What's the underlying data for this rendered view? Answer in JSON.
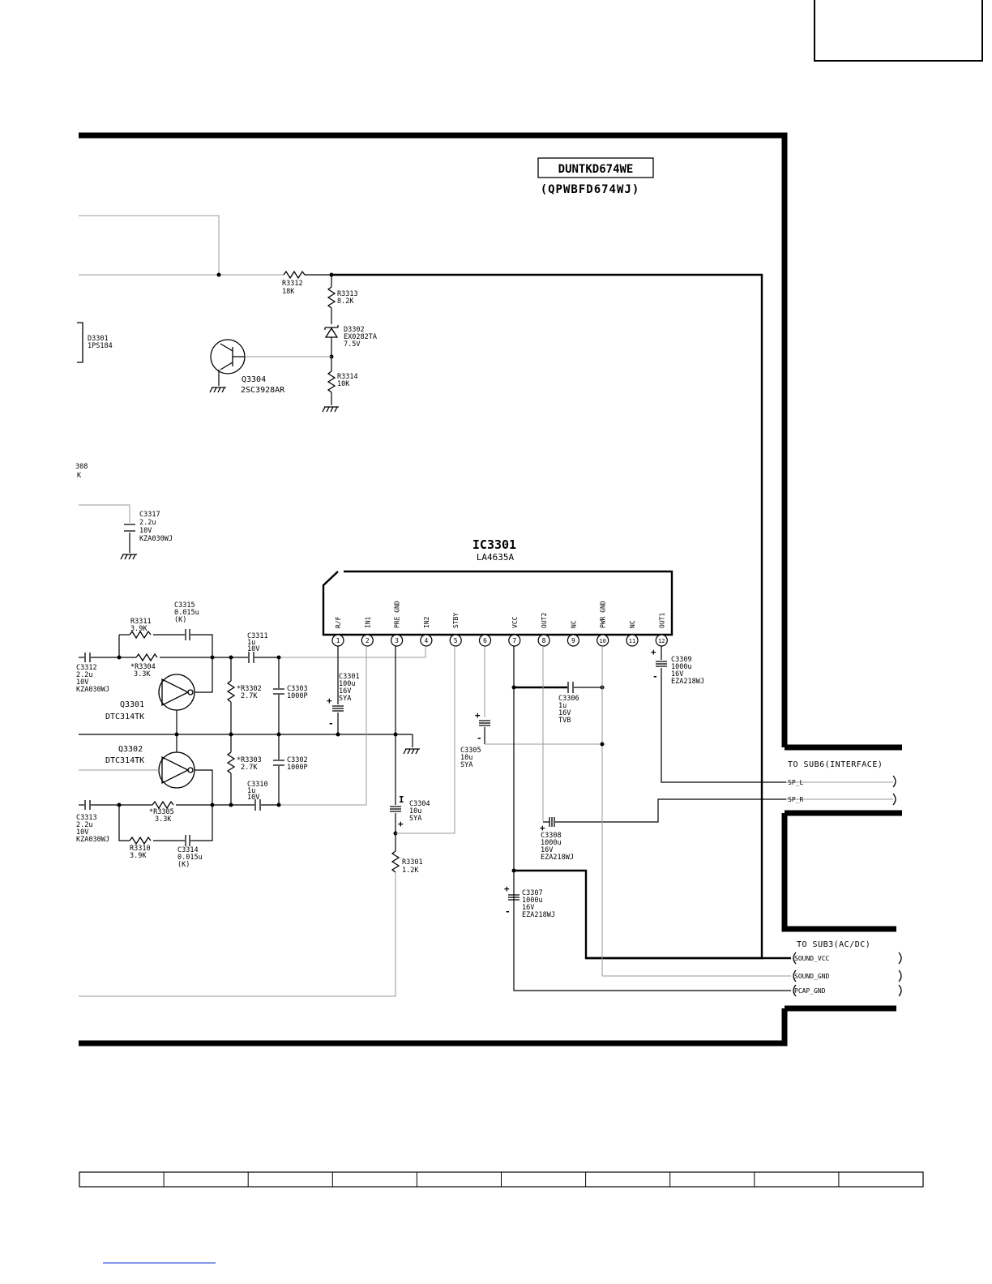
{
  "board": {
    "name": "DUNTKD674WE",
    "code": "(QPWBFD674WJ)"
  },
  "ic": {
    "ref": "IC3301",
    "part": "LA4635A",
    "pins": [
      {
        "num": "1",
        "name": "R/F"
      },
      {
        "num": "2",
        "name": "IN1"
      },
      {
        "num": "3",
        "name": "PRE GND"
      },
      {
        "num": "4",
        "name": "IN2"
      },
      {
        "num": "5",
        "name": "STBY"
      },
      {
        "num": "6",
        "name": ""
      },
      {
        "num": "7",
        "name": "VCC"
      },
      {
        "num": "8",
        "name": "OUT2"
      },
      {
        "num": "9",
        "name": "NC"
      },
      {
        "num": "10",
        "name": "PWR GND"
      },
      {
        "num": "11",
        "name": "NC"
      },
      {
        "num": "12",
        "name": "OUT1"
      }
    ]
  },
  "components": {
    "r3312": [
      "R3312",
      "18K"
    ],
    "r3313": [
      "R3313",
      "8.2K"
    ],
    "d3302": [
      "D3302",
      "EX0282TA",
      "7.5V"
    ],
    "r3314": [
      "R3314",
      "10K"
    ],
    "d3301": [
      "D3301",
      "1PS184"
    ],
    "q3304": [
      "Q3304",
      "2SC3928AR"
    ],
    "r3308": [
      "308",
      "K"
    ],
    "c3317": [
      "C3317",
      "2.2u",
      "10V",
      "KZA030WJ"
    ],
    "r3311": [
      "R3311",
      "3.9K"
    ],
    "c3315": [
      "C3315",
      "0.015u",
      "(K)"
    ],
    "c3311": [
      "C3311",
      "1u",
      "10V"
    ],
    "c3312": [
      "C3312",
      "2.2u",
      "10V",
      "KZA030WJ"
    ],
    "r3304": [
      "*R3304",
      "3.3K"
    ],
    "q3301": [
      "Q3301",
      "DTC314TK"
    ],
    "r3302": [
      "*R3302",
      "2.7K"
    ],
    "c3303": [
      "C3303",
      "1000P"
    ],
    "c3301": [
      "C3301",
      "100u",
      "16V",
      "SYA"
    ],
    "q3302": [
      "Q3302",
      "DTC314TK"
    ],
    "r3303": [
      "*R3303",
      "2.7K"
    ],
    "c3302": [
      "C3302",
      "1000P"
    ],
    "c3310": [
      "C3310",
      "1u",
      "10V"
    ],
    "c3313": [
      "C3313",
      "2.2u",
      "10V",
      "KZA030WJ"
    ],
    "r3305": [
      "*R3305",
      "3.3K"
    ],
    "r3310": [
      "R3310",
      "3.9K"
    ],
    "c3314": [
      "C3314",
      "0.015u",
      "(K)"
    ],
    "c3304": [
      "C3304",
      "10u",
      "SYA"
    ],
    "r3301": [
      "R3301",
      "1.2K"
    ],
    "c3305": [
      "C3305",
      "10u",
      "SYA"
    ],
    "c3306": [
      "C3306",
      "1u",
      "16V",
      "TVB"
    ],
    "c3308": [
      "C3308",
      "1000u",
      "16V",
      "EZA218WJ"
    ],
    "c3309": [
      "C3309",
      "1000u",
      "16V",
      "EZA218WJ"
    ],
    "c3307": [
      "C3307",
      "1000u",
      "16V",
      "EZA218WJ"
    ]
  },
  "connectors": {
    "sub6": {
      "title": "TO SUB6(INTERFACE)",
      "signals": [
        "SP_L",
        "SP_R"
      ]
    },
    "sub3": {
      "title": "TO SUB3(AC/DC)",
      "signals": [
        "SOUND_VCC",
        "SOUND_GND",
        "PCAP_GND"
      ]
    }
  },
  "footer": {
    "cells": [
      "",
      "",
      "",
      "",
      "",
      "",
      "",
      "",
      "",
      ""
    ]
  }
}
